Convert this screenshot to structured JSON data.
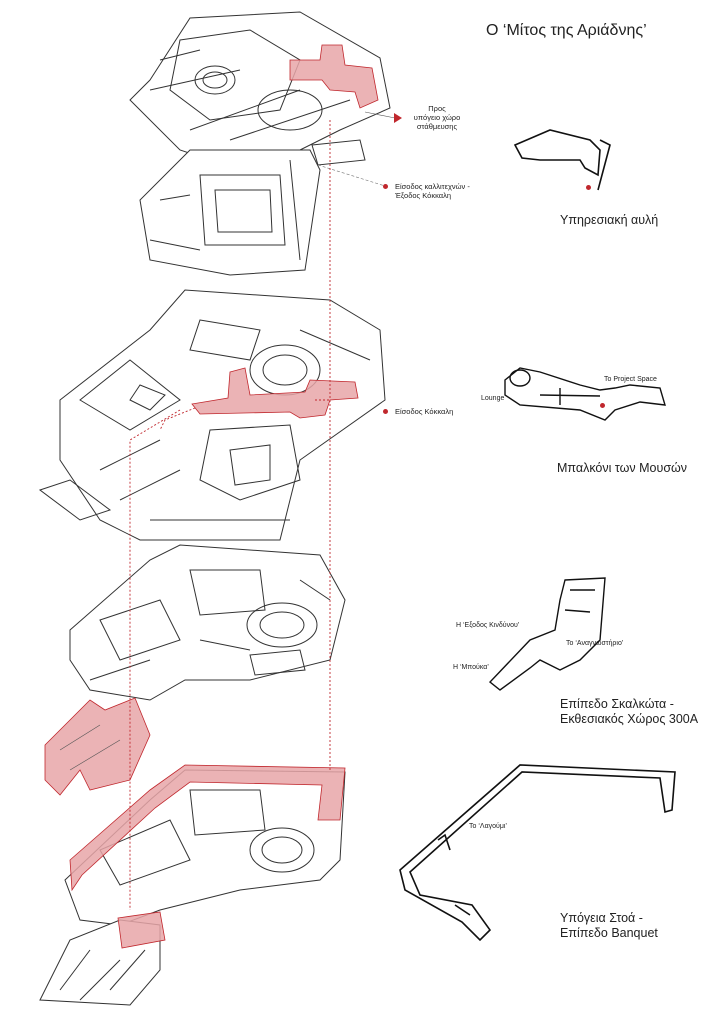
{
  "title": "Ο ‘Μίτος της Αριάδνης’",
  "annotations": {
    "parking": [
      "Προς",
      "υπόγειο χώρο",
      "στάθμευσης"
    ],
    "artists_entrance": [
      "Είσοδος καλλιτεχνών -",
      "Έξοδος  Κόκκαλη"
    ],
    "kokkali_entrance": "Είσοδος Κόκκαλη"
  },
  "levels": [
    {
      "caption": [
        "Υπηρεσιακή αυλή"
      ]
    },
    {
      "caption": [
        "Μπαλκόνι των Μουσών"
      ],
      "labels": [
        "To Project Space",
        "Lounge"
      ]
    },
    {
      "caption": [
        "Επίπεδο Σκαλκώτα -",
        "Εκθεσιακός Χώρος 300Α"
      ],
      "labels": [
        "Η ‘Εξοδος Κινδύνου’",
        "Το ‘Αναγνωστήριο’",
        "Η ‘Μπούκα’"
      ]
    },
    {
      "caption": [
        "Υπόγεια Στοά -",
        "Επίπεδο Banquet"
      ],
      "labels": [
        "Το ‘Λαγούμι’"
      ]
    }
  ],
  "colors": {
    "highlight": "#e8a6a8",
    "highlight_stroke": "#c0272d",
    "lines": "#333333"
  }
}
